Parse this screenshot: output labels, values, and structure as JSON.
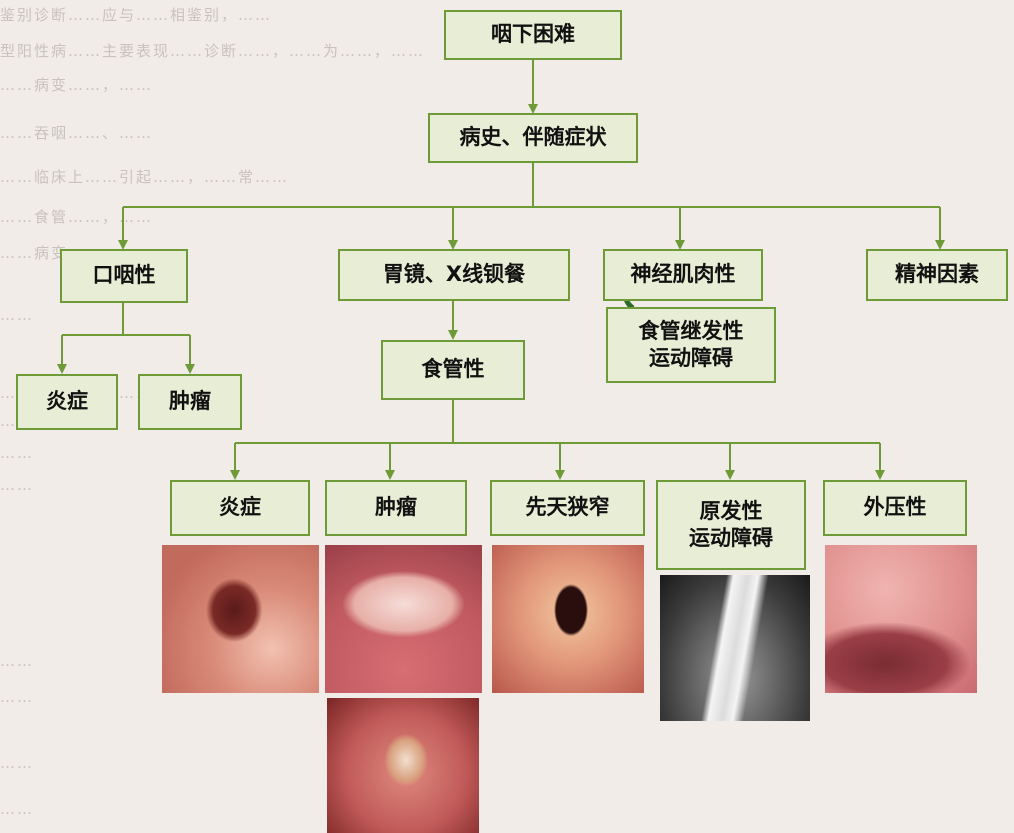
{
  "diagram": {
    "root": "咽下困难",
    "history": "病史、伴随症状",
    "branches": {
      "oropharyngeal": "口咽性",
      "endoscopy": "胃镜、X线钡餐",
      "neuromuscular": "神经肌肉性",
      "psychological": "精神因素"
    },
    "oropharyngeal_children": {
      "inflammation": "炎症",
      "tumor": "肿瘤"
    },
    "secondary_motility": "食管继发性\n运动障碍",
    "esophageal": "食管性",
    "esophageal_children": {
      "inflammation": "炎症",
      "tumor": "肿瘤",
      "congenital_stenosis": "先天狭窄",
      "primary_motility": "原发性\n运动障碍",
      "external_compression": "外压性"
    }
  },
  "colors": {
    "node_fill": "#e8edd6",
    "node_border": "#6f9a38",
    "arrow": "#6f9a38",
    "page_background": "#f1ece8"
  }
}
